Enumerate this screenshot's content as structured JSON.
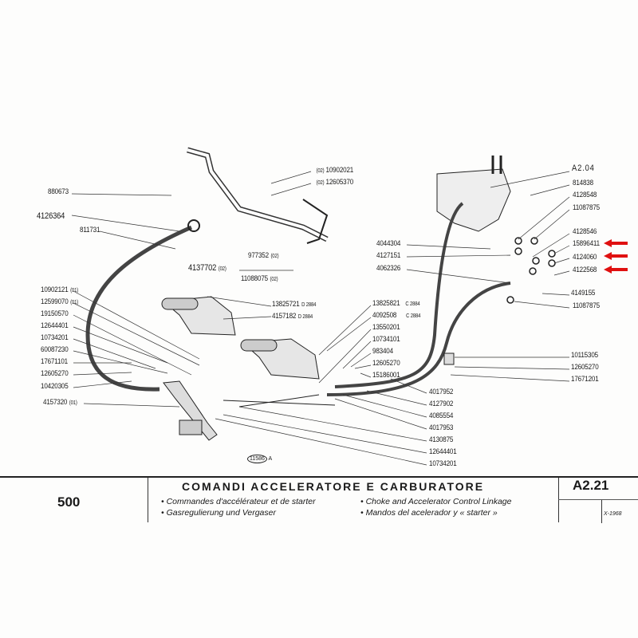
{
  "diagram": {
    "left_labels": [
      {
        "part": "880673"
      },
      {
        "part": "4126364"
      },
      {
        "part": "811731"
      },
      {
        "part": "4137702",
        "suffix": "(02)"
      },
      {
        "part": "977352",
        "suffix": "(02)"
      },
      {
        "part": "11088075",
        "suffix": "(02)"
      },
      {
        "part": "10902021",
        "prefix": "(02)"
      },
      {
        "part": "12605370",
        "prefix": "(02)"
      }
    ],
    "left_column": [
      {
        "part": "10902121",
        "suffix": "(01)"
      },
      {
        "part": "12599070",
        "suffix": "(01)"
      },
      {
        "part": "19150570"
      },
      {
        "part": "12644401"
      },
      {
        "part": "10734201"
      },
      {
        "part": "60087230"
      },
      {
        "part": "17671101"
      },
      {
        "part": "12605270"
      },
      {
        "part": "10420305"
      },
      {
        "part": "4157320",
        "suffix": "(01)"
      }
    ],
    "pedal_labels": [
      {
        "part": "13825721",
        "suffix": "D 2884"
      },
      {
        "part": "4157182",
        "suffix": "D 2884"
      }
    ],
    "center_column": [
      {
        "part": "13825821",
        "suffix": "C 2884"
      },
      {
        "part": "4092508",
        "suffix": "C 2884"
      },
      {
        "part": "13550201"
      },
      {
        "part": "10734101"
      },
      {
        "part": "983404"
      },
      {
        "part": "12605270"
      },
      {
        "part": "15186001"
      }
    ],
    "lower_right_column": [
      {
        "part": "4017952"
      },
      {
        "part": "4127902"
      },
      {
        "part": "4085554"
      },
      {
        "part": "4017953"
      },
      {
        "part": "4130875"
      },
      {
        "part": "12644401"
      },
      {
        "part": "10734201"
      }
    ],
    "carburetor_labels": [
      {
        "part": "A2.04"
      },
      {
        "part": "814838"
      },
      {
        "part": "4128548"
      },
      {
        "part": "11087875"
      },
      {
        "part": "4128546"
      },
      {
        "part": "15896411",
        "highlighted": true
      },
      {
        "part": "4124060",
        "highlighted": true
      },
      {
        "part": "4122568",
        "highlighted": true
      },
      {
        "part": "4149155"
      },
      {
        "part": "11087875"
      }
    ],
    "middle_labels": [
      {
        "part": "4044304"
      },
      {
        "part": "4127151"
      },
      {
        "part": "4062326"
      }
    ],
    "bracket_labels": [
      {
        "part": "10115305"
      },
      {
        "part": "12605270"
      },
      {
        "part": "17671201"
      }
    ],
    "stamp": {
      "number": "11586",
      "letter": "A"
    },
    "arrow_color": "#e01010"
  },
  "footer": {
    "model": "500",
    "title": "COMANDI ACCELERATORE E CARBURATORE",
    "subtitles": [
      "• Commandes d'accélérateur et de starter",
      "• Gasregulierung und Vergaser",
      "• Choke and Accelerator Control Linkage",
      "• Mandos del acelerador y « starter »"
    ],
    "code": "A2.21",
    "date": "X-1968"
  }
}
